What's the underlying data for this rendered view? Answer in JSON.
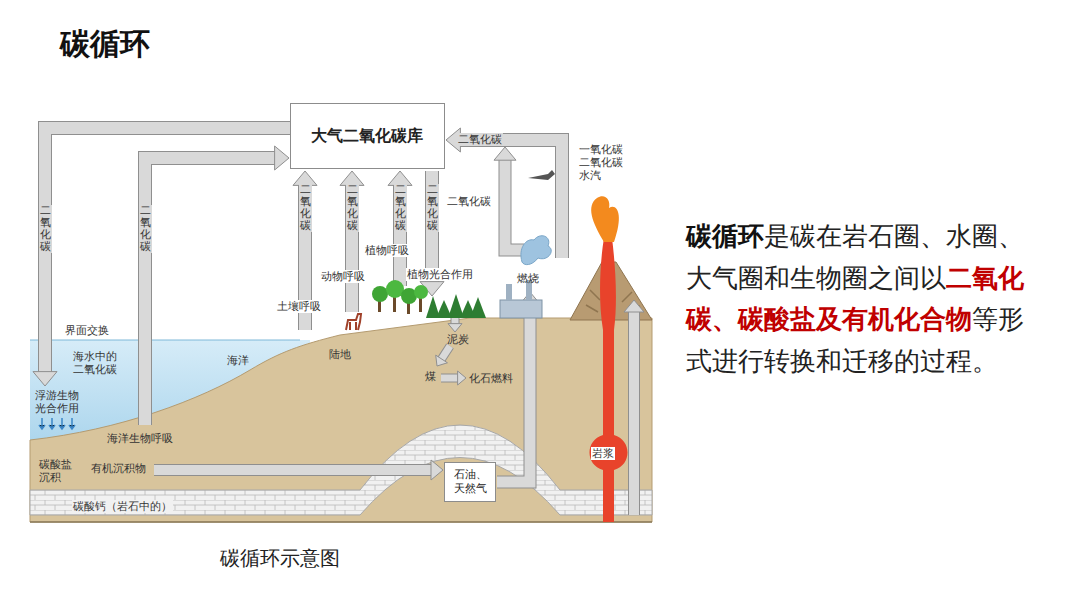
{
  "diagram": {
    "title": "碳循环",
    "caption": "碳循环示意图",
    "nodes": [
      {
        "text": [
          "大气二氧化碳库"
        ]
      },
      {
        "text": [
          "石油、天然气"
        ]
      }
    ],
    "labels": [
      "碳循环",
      "是碳在岩石圈、水圈、大气圈和生物圈之间以",
      "二氧化碳、碳酸盐及有机化合物",
      "等形式进行转换和迁移的过程。",
      "二氧化碳",
      "一氧化碳 二氧化碳 水汽",
      "二氧化碳",
      "二氧化碳",
      "二氧化碳",
      "二氧化碳",
      "二氧化碳",
      "二氧化碳",
      "二氧化碳",
      "植物呼吸",
      "植物光合作用",
      "动物呼吸",
      "土壤呼吸",
      "燃烧",
      "界面交换",
      "海水中的 二氧化碳",
      "海洋",
      "陆地",
      "浮游生物 光合作用",
      "海洋生物呼吸",
      "泥炭",
      "煤",
      "化石燃料",
      "碳酸盐 沉积",
      "有机沉积物",
      "碳酸钙（岩石中的）",
      "岩浆"
    ]
  }
}
